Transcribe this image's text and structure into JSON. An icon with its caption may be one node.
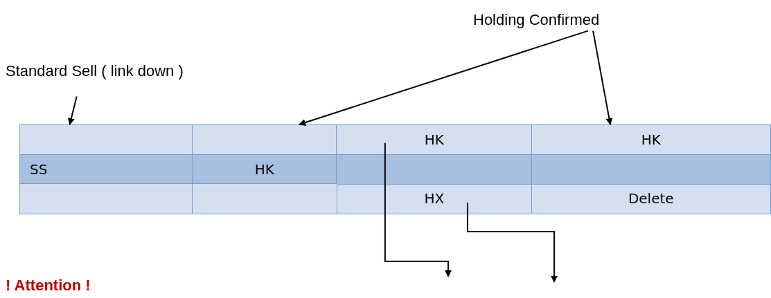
{
  "diagram": {
    "nodes": [
      {
        "text": [
          "Holding Confirmed"
        ]
      },
      {
        "text": [
          "Standard Sell ( link down )"
        ]
      },
      {
        "text": [],
        "shape": "box"
      },
      {
        "text": [],
        "shape": "box"
      },
      {
        "text": [
          "HK"
        ]
      },
      {
        "text": [
          "HK"
        ]
      },
      {
        "text": [
          "HX"
        ]
      }
    ],
    "edges": [
      {
        "from": 0,
        "to": 3,
        "arrow": "to"
      },
      {
        "from": 0,
        "to": 5,
        "arrow": "to"
      },
      {
        "from": 1,
        "to": 2,
        "arrow": "to"
      },
      {
        "from": 4,
        "to": null,
        "arrow": "to"
      },
      {
        "from": 6,
        "to": null,
        "arrow": "to"
      }
    ],
    "labels": [
      "SS",
      "HK",
      "Delete",
      "! Attention !"
    ]
  }
}
